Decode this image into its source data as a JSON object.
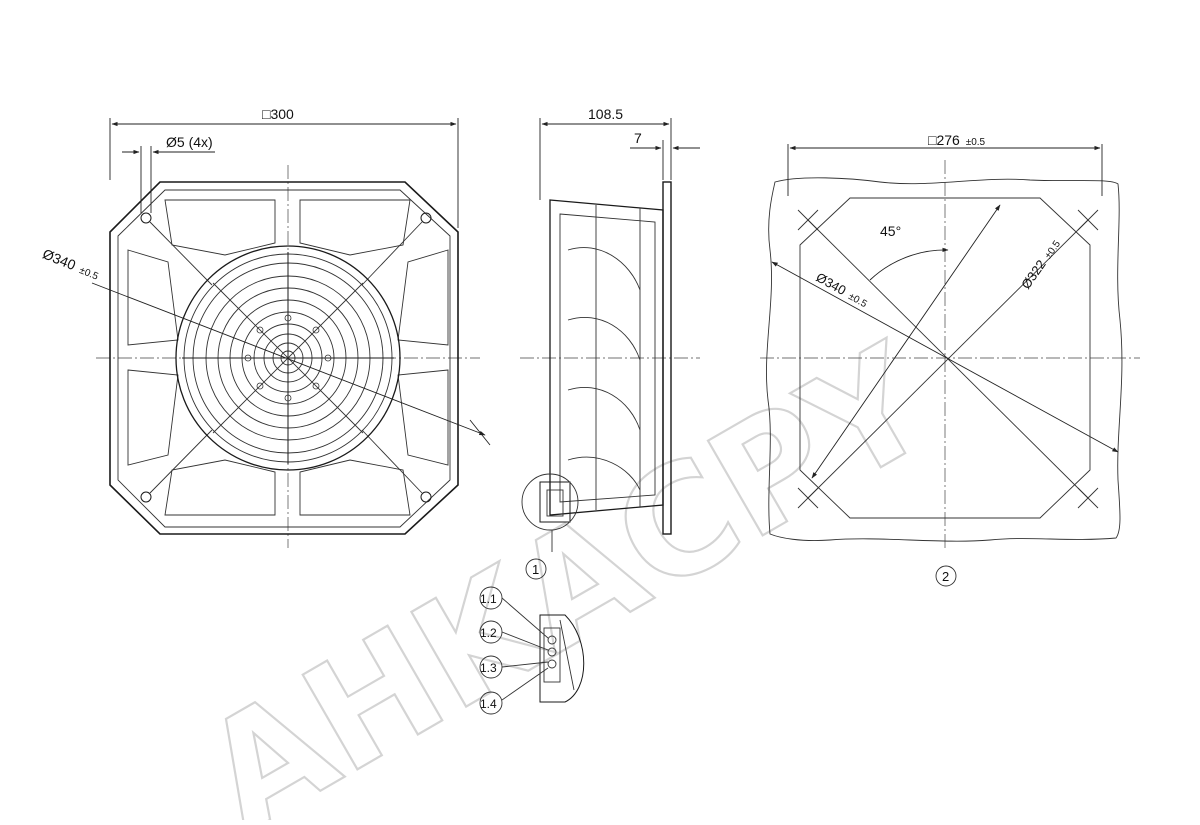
{
  "dimensions": {
    "front_width": "□300",
    "front_hole": "Ø5 (4x)",
    "front_diameter": "Ø340",
    "front_diameter_tol": "±0.5",
    "side_depth": "108.5",
    "side_flange": "7",
    "cutout_square": "□276",
    "cutout_square_tol": "±0.5",
    "cutout_angle": "45°",
    "cutout_d340": "Ø340",
    "cutout_d340_tol": "±0.5",
    "cutout_d322": "Ø322",
    "cutout_d322_tol": "±0.5"
  },
  "callouts": {
    "detail": "1",
    "mounting": "2",
    "pins": [
      "1.1",
      "1.2",
      "1.3",
      "1.4"
    ]
  },
  "watermark": "AHKACPY"
}
